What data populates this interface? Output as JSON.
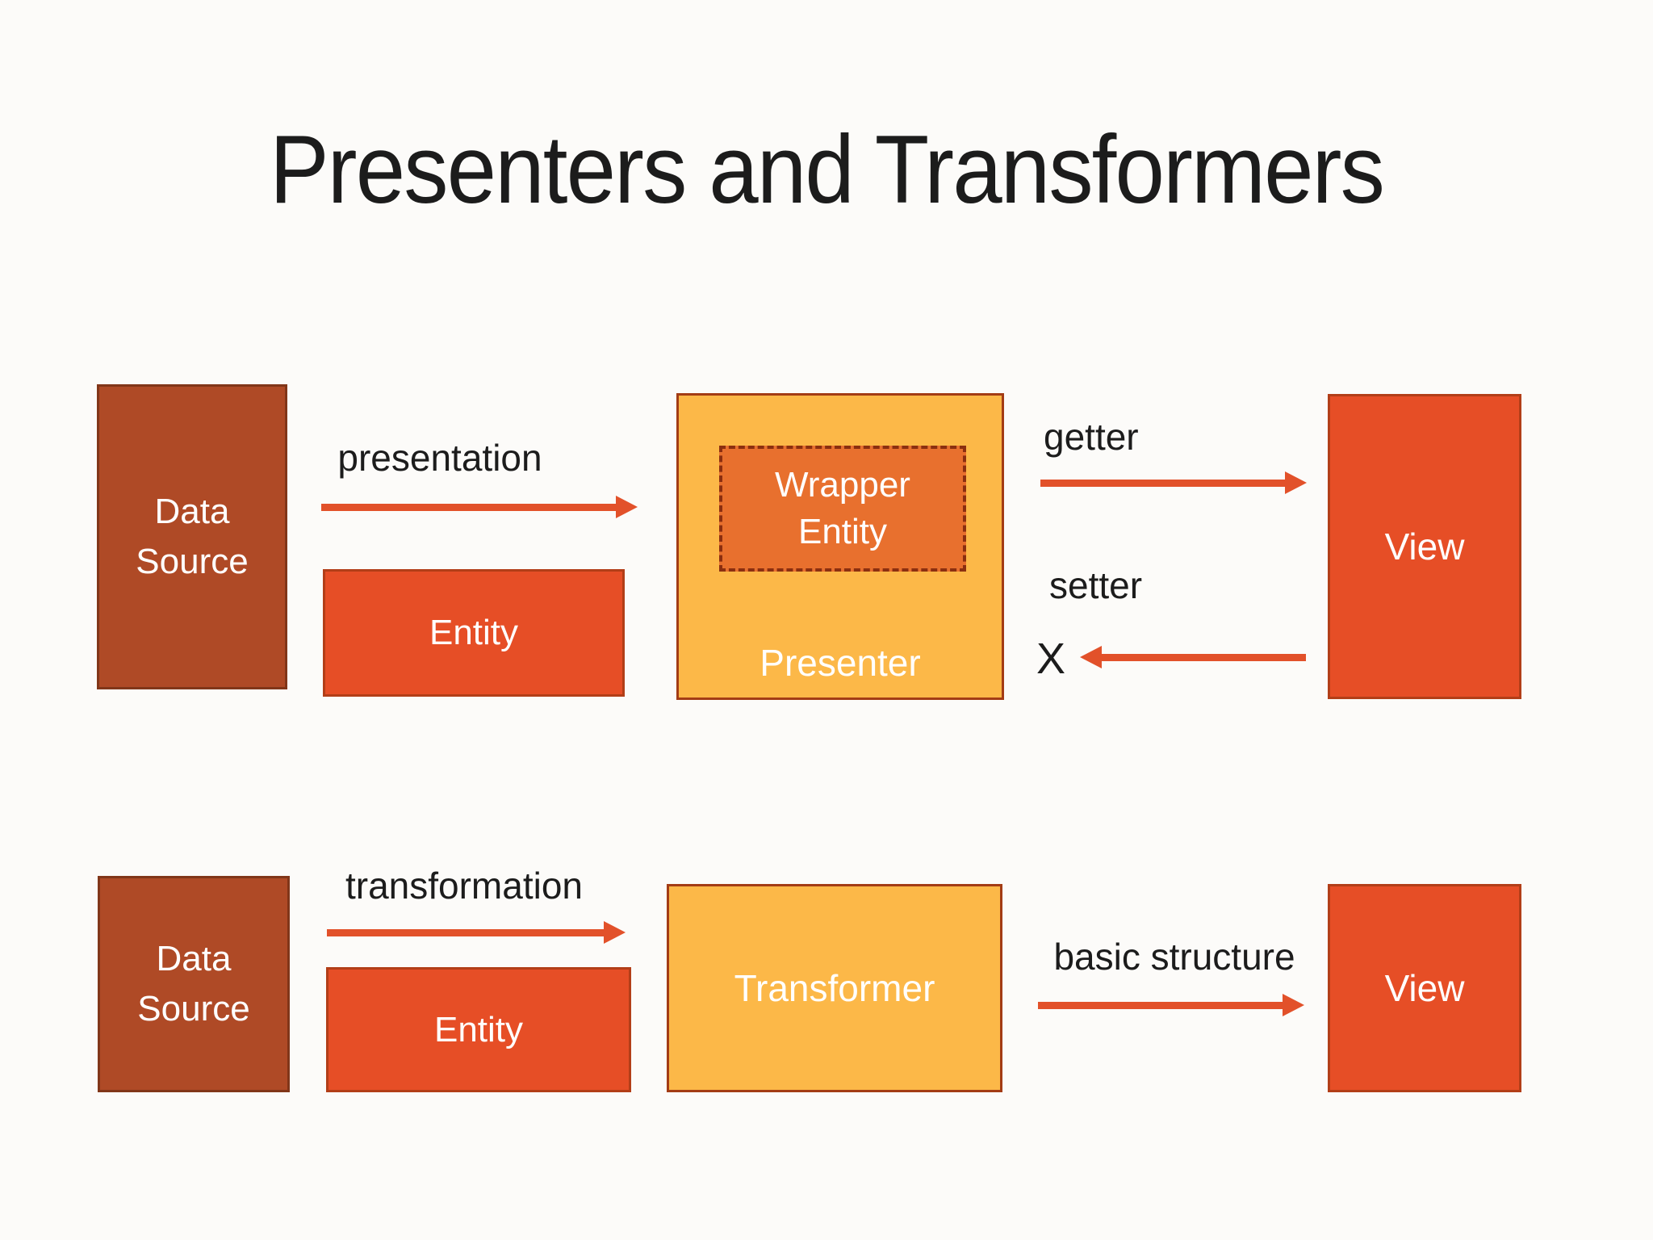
{
  "title": "Presenters and Transformers",
  "palette": {
    "background": "#FCFBF9",
    "dark_rust": "#AF4A26",
    "orange_red": "#E64E26",
    "amber": "#FCB848",
    "wrapper_orange": "#E8702E",
    "arrow": "#E2512A",
    "text_dark": "#1C1C1C",
    "text_light": "#FFFFFF"
  },
  "top_row": {
    "data_source": {
      "line1": "Data",
      "line2": "Source"
    },
    "presentation_label": "presentation",
    "entity_label": "Entity",
    "presenter": {
      "wrapper_line1": "Wrapper",
      "wrapper_line2": "Entity",
      "label": "Presenter"
    },
    "getter_label": "getter",
    "setter_label": "setter",
    "setter_blocked_mark": "X",
    "view_label": "View"
  },
  "bottom_row": {
    "data_source": {
      "line1": "Data",
      "line2": "Source"
    },
    "transformation_label": "transformation",
    "entity_label": "Entity",
    "transformer_label": "Transformer",
    "basic_structure_label": "basic structure",
    "view_label": "View"
  }
}
